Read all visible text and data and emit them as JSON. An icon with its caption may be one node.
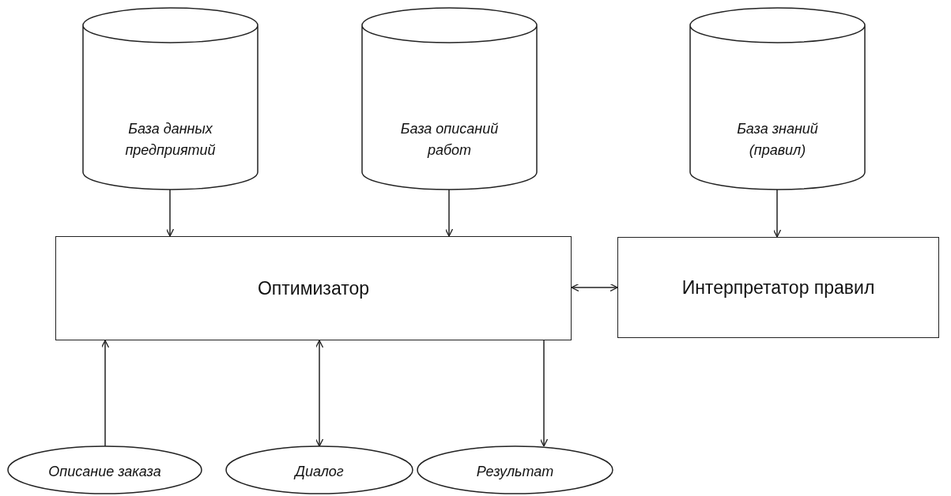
{
  "diagram": {
    "nodes": [
      {
        "text": [
          "База данных предприятий"
        ]
      },
      {
        "text": [
          "База описаний работ"
        ]
      },
      {
        "text": [
          "База знаний (правил)"
        ]
      },
      {
        "text": [
          "Оптимизатор"
        ]
      },
      {
        "text": [
          "Интерпретатор правил"
        ]
      },
      {
        "text": [
          "Описание заказа"
        ]
      },
      {
        "text": [
          "Диалог"
        ]
      },
      {
        "text": [
          "Результат"
        ]
      }
    ],
    "edges": [
      {
        "from": 0,
        "to": 3,
        "arrow": "to"
      },
      {
        "from": 1,
        "to": 3,
        "arrow": "to"
      },
      {
        "from": 2,
        "to": 4,
        "arrow": "to"
      },
      {
        "from": 3,
        "to": 4,
        "arrow": "both"
      },
      {
        "from": 5,
        "to": 3,
        "arrow": "to"
      },
      {
        "from": 6,
        "to": 3,
        "arrow": "both"
      },
      {
        "from": 3,
        "to": 7,
        "arrow": "to"
      }
    ]
  }
}
